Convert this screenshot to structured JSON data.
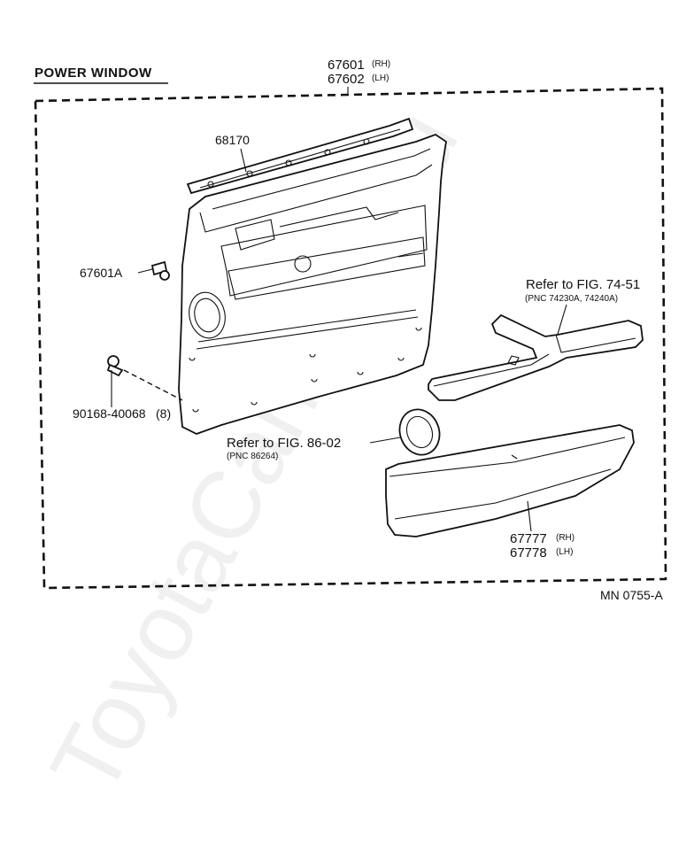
{
  "section_title": "POWER WINDOW",
  "drawing_code": "MN 0755-A",
  "watermark": "ToyotaCarMine.ru",
  "parts": {
    "door_trim": {
      "pnc_rh": "67601",
      "tag_rh": "(RH)",
      "pnc_lh": "67602",
      "tag_lh": "(LH)"
    },
    "weatherstrip": {
      "pnc": "68170"
    },
    "fastener_a": {
      "pnc": "67601A"
    },
    "clip": {
      "pnc": "90168-40068",
      "qty": "(8)"
    },
    "armrest_ref": {
      "text": "Refer to FIG. 74-51",
      "sub": "(PNC 74230A, 74240A)"
    },
    "speaker_ref": {
      "text": "Refer to FIG. 86-02",
      "sub": "(PNC 86264)"
    },
    "pocket": {
      "pnc_rh": "67777",
      "tag_rh": "(RH)",
      "pnc_lh": "67778",
      "tag_lh": "(LH)"
    }
  }
}
